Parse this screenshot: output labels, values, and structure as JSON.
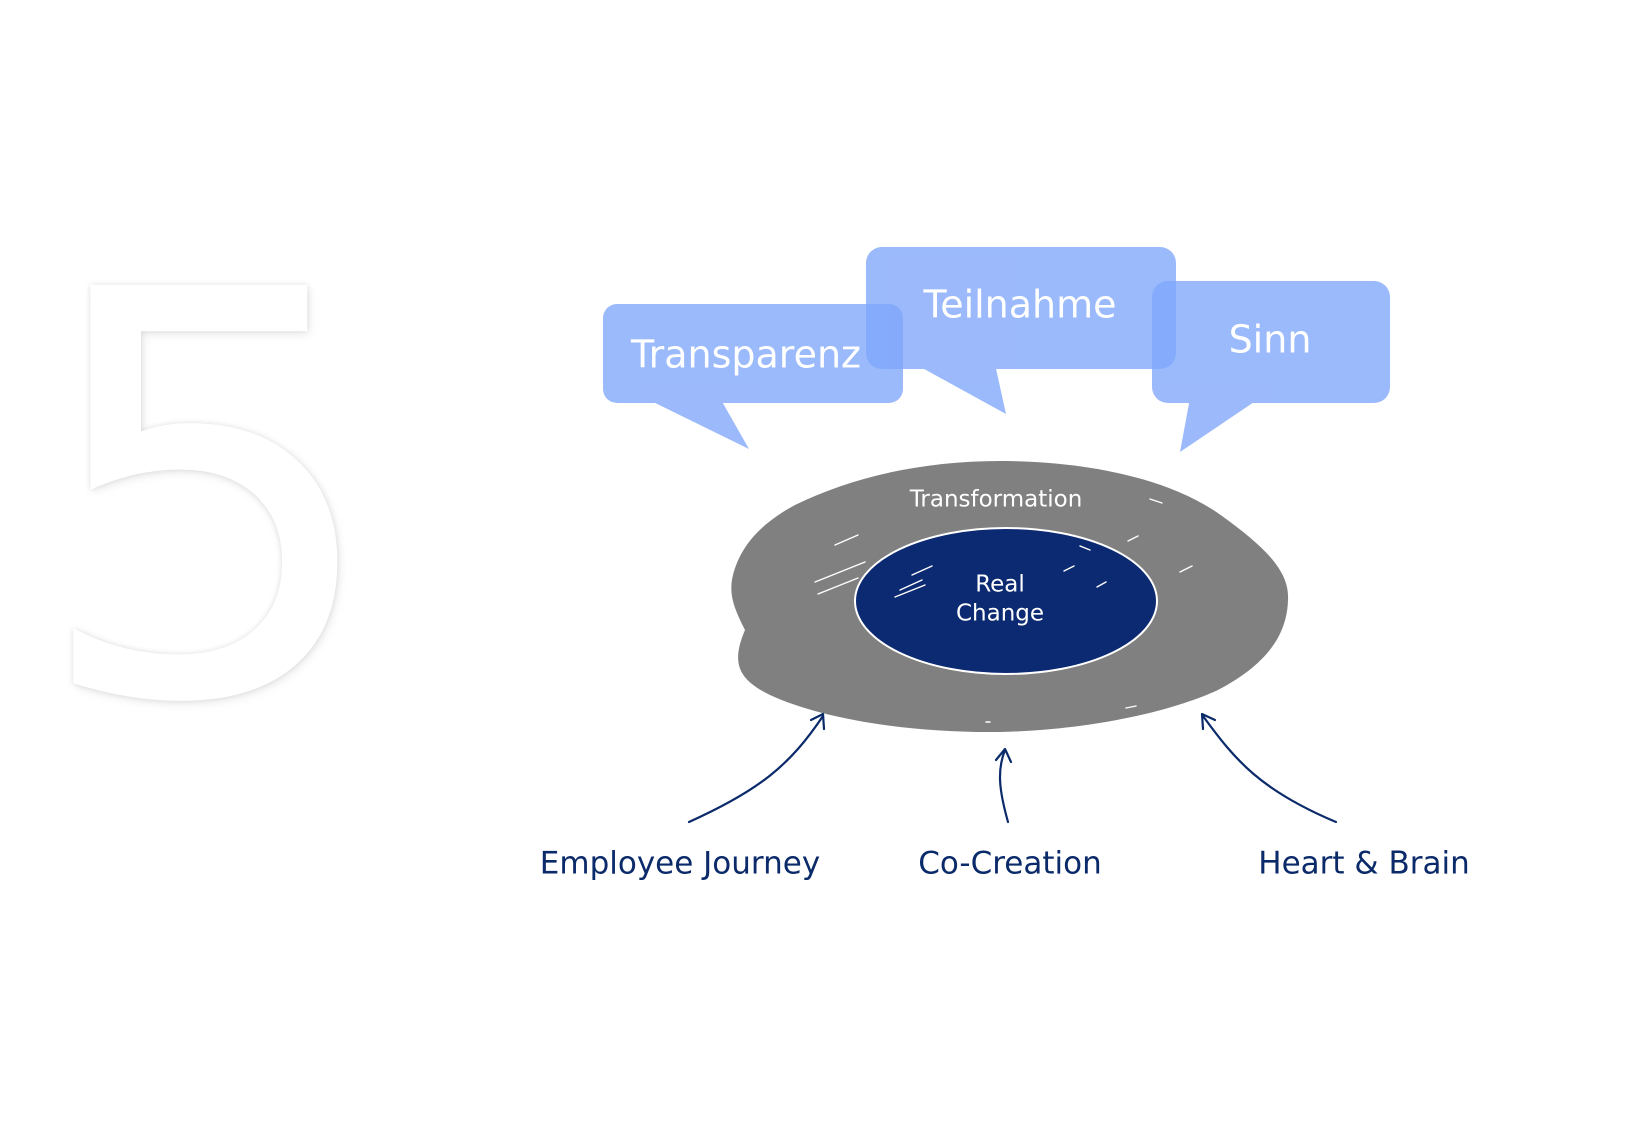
{
  "slide_number": "5",
  "bubbles": [
    {
      "label": "Transparenz"
    },
    {
      "label": "Teilnahme"
    },
    {
      "label": "Sinn"
    }
  ],
  "rings": {
    "outer_label": "Transformation",
    "inner_label_line1": "Real",
    "inner_label_line2": "Change"
  },
  "bottom_labels": [
    {
      "label": "Employee Journey"
    },
    {
      "label": "Co-Creation"
    },
    {
      "label": "Heart & Brain"
    }
  ],
  "colors": {
    "bubble_fill": "#7fa6fb",
    "outer_ring": "#808080",
    "inner_core": "#0c2a72",
    "label_text": "#0b2a6a"
  }
}
